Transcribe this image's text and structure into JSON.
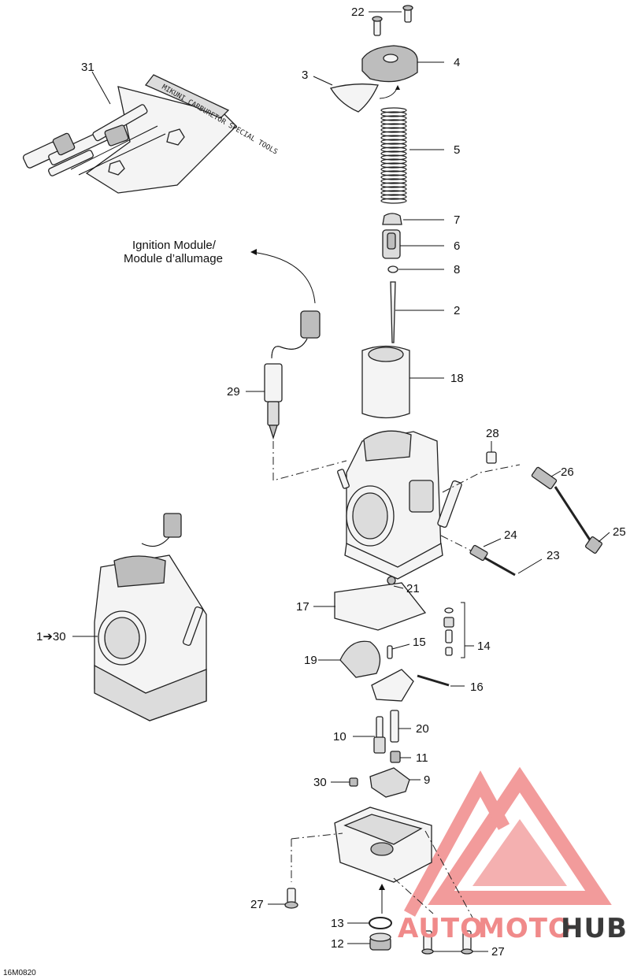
{
  "diagram": {
    "ref_code": "16M0820",
    "ignition_label_line1": "Ignition Module/",
    "ignition_label_line2": "Module d’allumage",
    "assembly_label": "1➔30",
    "tool_lettering": "MIKUNI CARBURETOR SPECIAL TOOLS",
    "callouts": {
      "c2": "2",
      "c3": "3",
      "c4": "4",
      "c5": "5",
      "c6": "6",
      "c7": "7",
      "c8": "8",
      "c9": "9",
      "c10": "10",
      "c11": "11",
      "c12": "12",
      "c13": "13",
      "c14": "14",
      "c15": "15",
      "c16": "16",
      "c17": "17",
      "c18": "18",
      "c19": "19",
      "c20": "20",
      "c21": "21",
      "c22": "22",
      "c23": "23",
      "c24": "24",
      "c25": "25",
      "c26": "26",
      "c27a": "27",
      "c27b": "27",
      "c28": "28",
      "c29": "29",
      "c30": "30",
      "c31": "31"
    }
  },
  "watermark": {
    "word_a": "AUTO",
    "word_b": "MOTO",
    "word_c": "HUB",
    "color_main": "#f08a8a",
    "color_gray": "#3a3a3a"
  }
}
